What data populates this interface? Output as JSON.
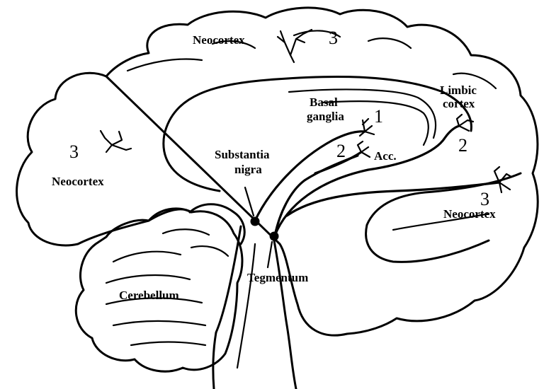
{
  "labels": {
    "neocortex_top": "Neocortex",
    "neocortex_left": "Neocortex",
    "neocortex_right": "Neocortex",
    "basal_ganglia_line1": "Basal",
    "basal_ganglia_line2": "ganglia",
    "limbic_cortex_line1": "Limbic",
    "limbic_cortex_line2": "cortex",
    "substantia_nigra_line1": "Substantia",
    "substantia_nigra_line2": "nigra",
    "accumbens": "Acc.",
    "tegmentum": "Tegmentum",
    "cerebellum": "Cerebellum"
  },
  "pathway_numbers": {
    "top_neocortex": "3",
    "left_neocortex": "3",
    "right_neocortex": "3",
    "basal_ganglia": "1",
    "accumbens": "2",
    "limbic_cortex": "2"
  }
}
